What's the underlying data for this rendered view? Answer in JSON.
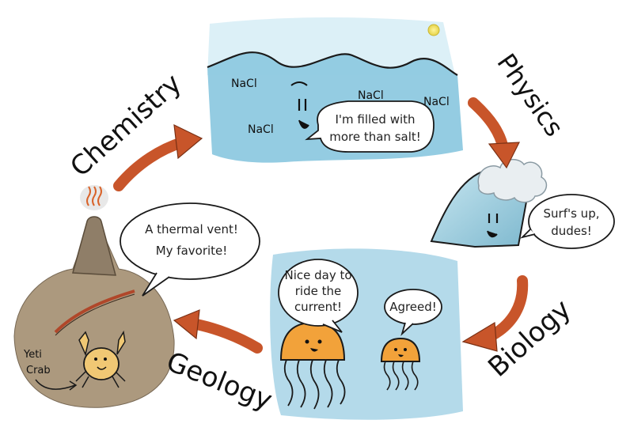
{
  "cycle_labels": {
    "chemistry": "Chemistry",
    "physics": "Physics",
    "biology": "Biology",
    "geology": "Geology"
  },
  "ocean": {
    "salt_labels": [
      "NaCl",
      "NaCl",
      "NaCl",
      "NaCl"
    ],
    "bubble_lines": [
      "I'm filled with",
      "more than salt!"
    ]
  },
  "wave": {
    "bubble_lines": [
      "Surf's up,",
      "dudes!"
    ]
  },
  "jellyfish": {
    "big_bubble_lines": [
      "Nice day to",
      "ride the",
      "current!"
    ],
    "small_bubble_lines": [
      "Agreed!"
    ]
  },
  "vent": {
    "bubble_lines": [
      "A thermal vent!",
      "My favorite!"
    ],
    "crab_label_lines": [
      "Yeti",
      "Crab"
    ]
  },
  "colors": {
    "water": "#8ec9e0",
    "arrow": "#c8552a",
    "rock": "#a89478",
    "jelly": "#f2a23a"
  }
}
